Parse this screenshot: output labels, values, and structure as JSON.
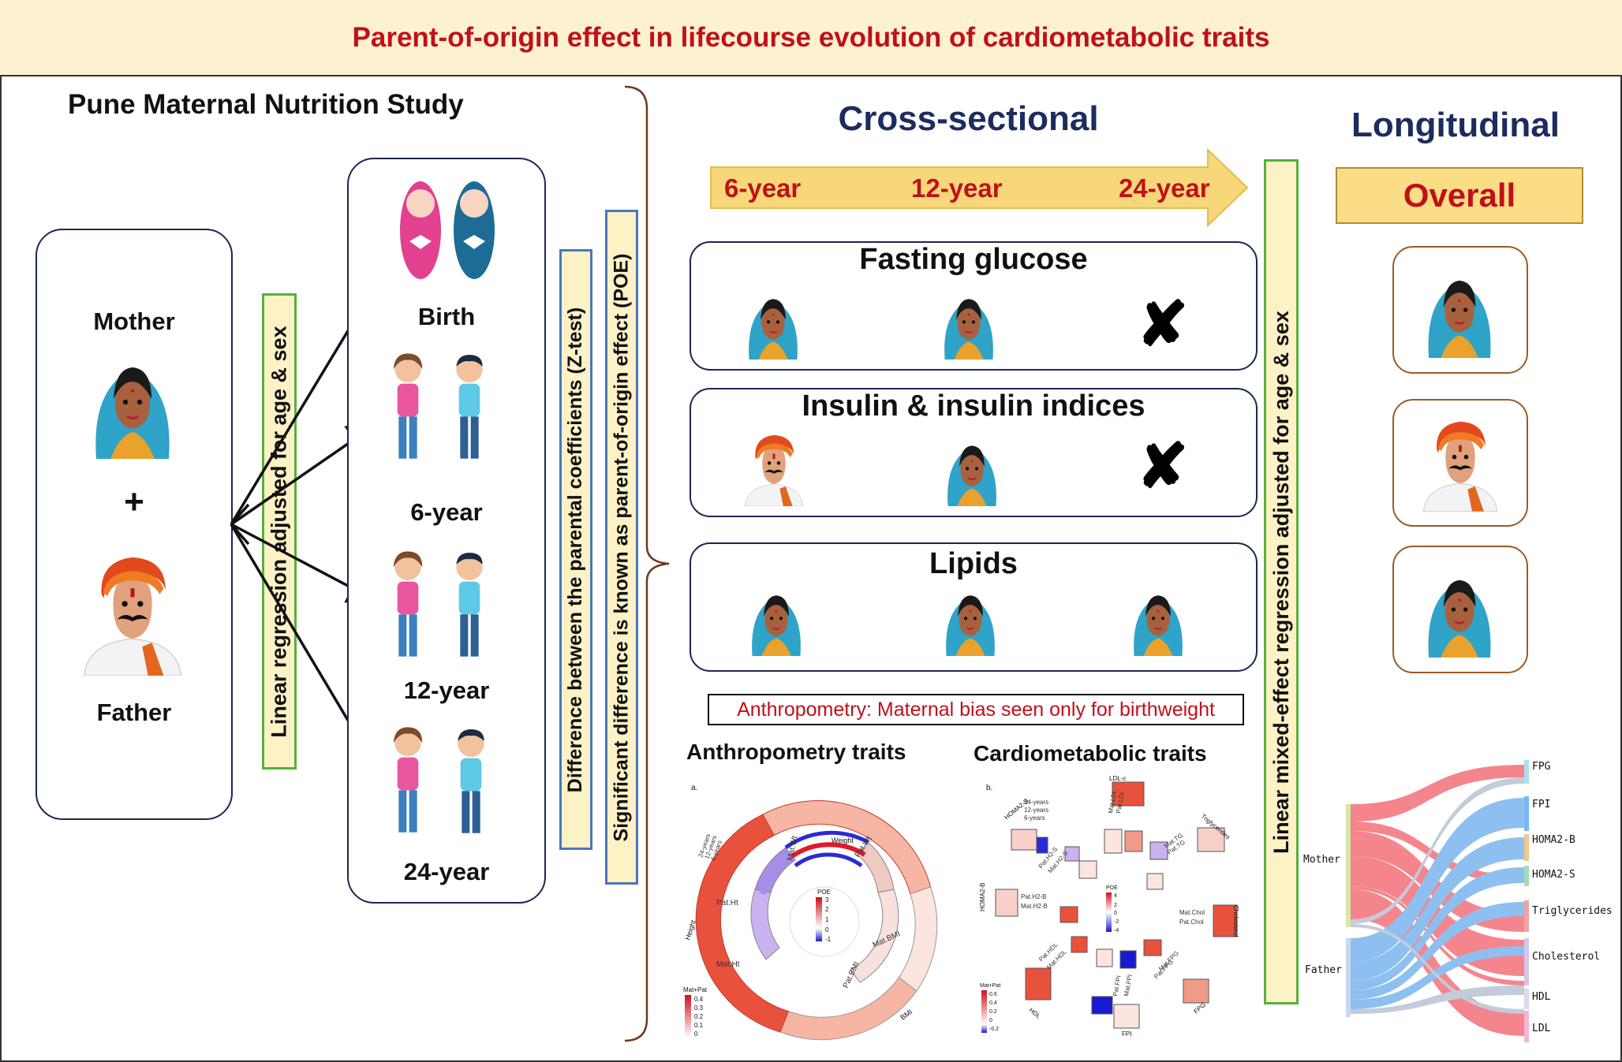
{
  "banner": {
    "title": "Parent-of-origin effect in lifecourse evolution of cardiometabolic traits"
  },
  "study": {
    "title": "Pune Maternal Nutrition Study",
    "mother_label": "Mother",
    "plus": "+",
    "father_label": "Father",
    "linear_regression": "Linear regression adjusted for age & sex",
    "ages": [
      "Birth",
      "6-year",
      "12-year",
      "24-year"
    ],
    "z_test": "Difference between the parental coefficients (Z-test)",
    "poe": "Significant difference is known as parent-of-origin effect (POE)"
  },
  "cross_sectional": {
    "title": "Cross-sectional",
    "timeline": [
      "6-year",
      "12-year",
      "24-year"
    ],
    "traits": [
      {
        "name": "Fasting glucose",
        "parents": [
          "mother",
          "mother",
          "none"
        ]
      },
      {
        "name": "Insulin & insulin indices",
        "parents": [
          "father",
          "mother",
          "none"
        ]
      },
      {
        "name": "Lipids",
        "parents": [
          "mother",
          "mother",
          "mother"
        ]
      }
    ],
    "note": "Anthropometry: Maternal bias seen only for birthweight",
    "anthro_title": "Anthropometry traits",
    "cardio_title": "Cardiometabolic traits"
  },
  "circos_a": {
    "panel": "a.",
    "outer_labels": [
      "Weight",
      "Height",
      "BMI"
    ],
    "inner_labels": [
      "Mat.Wt",
      "Pat.Wt",
      "Pat.Ht",
      "Mat.Ht",
      "Mat.BMI",
      "Pat.BMI"
    ],
    "age_labels": [
      "24-years",
      "12-years",
      "6-years"
    ],
    "poe_legend_title": "POE",
    "poe_ticks": [
      "3",
      "2",
      "1",
      "0",
      "-1"
    ],
    "matpat_legend_title": "Mat+Pat",
    "matpat_ticks": [
      "0.4",
      "0.3",
      "0.2",
      "0.1",
      "0"
    ]
  },
  "circos_b": {
    "panel": "b.",
    "outer_labels": [
      "LDL-c",
      "Triglycerides",
      "Cholesterol",
      "FPG",
      "FPI",
      "HDL",
      "HOMA2-B",
      "HOMA2-S"
    ],
    "inner_labels": [
      "Mat.LDL",
      "Pat.LDL",
      "Mat.TG",
      "Pat.TG",
      "Mat.Chol",
      "Pat.Chol",
      "Mat.FPG",
      "Pat.FPG",
      "Pat.FPI",
      "Mat.FPI",
      "Pat.HDL",
      "Mat.HDL",
      "Pat.H2-B",
      "Mat.H2-B",
      "Pat.H2-S",
      "Mat.H2-S"
    ],
    "age_labels": [
      "24-years",
      "12-years",
      "6-years"
    ],
    "poe_legend_title": "POE",
    "poe_ticks": [
      "4",
      "2",
      "0",
      "-2",
      "-4"
    ],
    "matpat_legend_title": "Mat+Pat",
    "matpat_ticks": [
      "0.6",
      "0.4",
      "0.2",
      "0",
      "-0.2"
    ]
  },
  "longitudinal": {
    "title": "Longitudinal",
    "overall": "Overall",
    "mixed_model": "Linear mixed-effect regression adjusted for age & sex",
    "cards": [
      "mother",
      "father",
      "mother"
    ]
  },
  "sankey": {
    "sources": [
      "Mother",
      "Father"
    ],
    "targets": [
      "FPG",
      "FPI",
      "HOMA2-B",
      "HOMA2-S",
      "Triglycerides",
      "Cholesterol",
      "HDL",
      "LDL"
    ]
  },
  "colors": {
    "banner_bg": "#fdf1d0",
    "title_red": "#c0101a",
    "navy": "#1c2c5e",
    "arrow_gold": "#f7d77a",
    "mother_flow": "#f4707a",
    "father_flow": "#7ab6ee"
  }
}
